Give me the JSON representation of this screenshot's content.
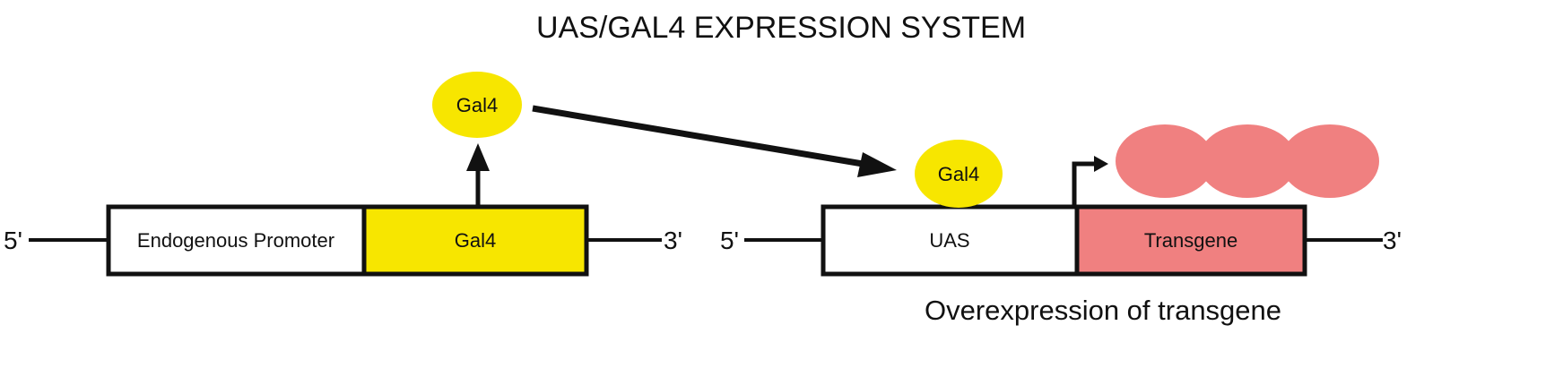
{
  "title": "UAS/GAL4 EXPRESSION SYSTEM",
  "colors": {
    "gal4": "#f7e600",
    "transgene": "#f08080",
    "outline": "#111111",
    "background": "#ffffff"
  },
  "left_construct": {
    "five_prime": "5'",
    "three_prime": "3'",
    "promoter_label": "Endogenous Promoter",
    "gene_label": "Gal4",
    "protein_label": "Gal4"
  },
  "right_construct": {
    "five_prime": "5'",
    "three_prime": "3'",
    "uas_label": "UAS",
    "gene_label": "Transgene",
    "bound_protein_label": "Gal4",
    "product_count": 3
  },
  "caption": "Overexpression of transgene"
}
